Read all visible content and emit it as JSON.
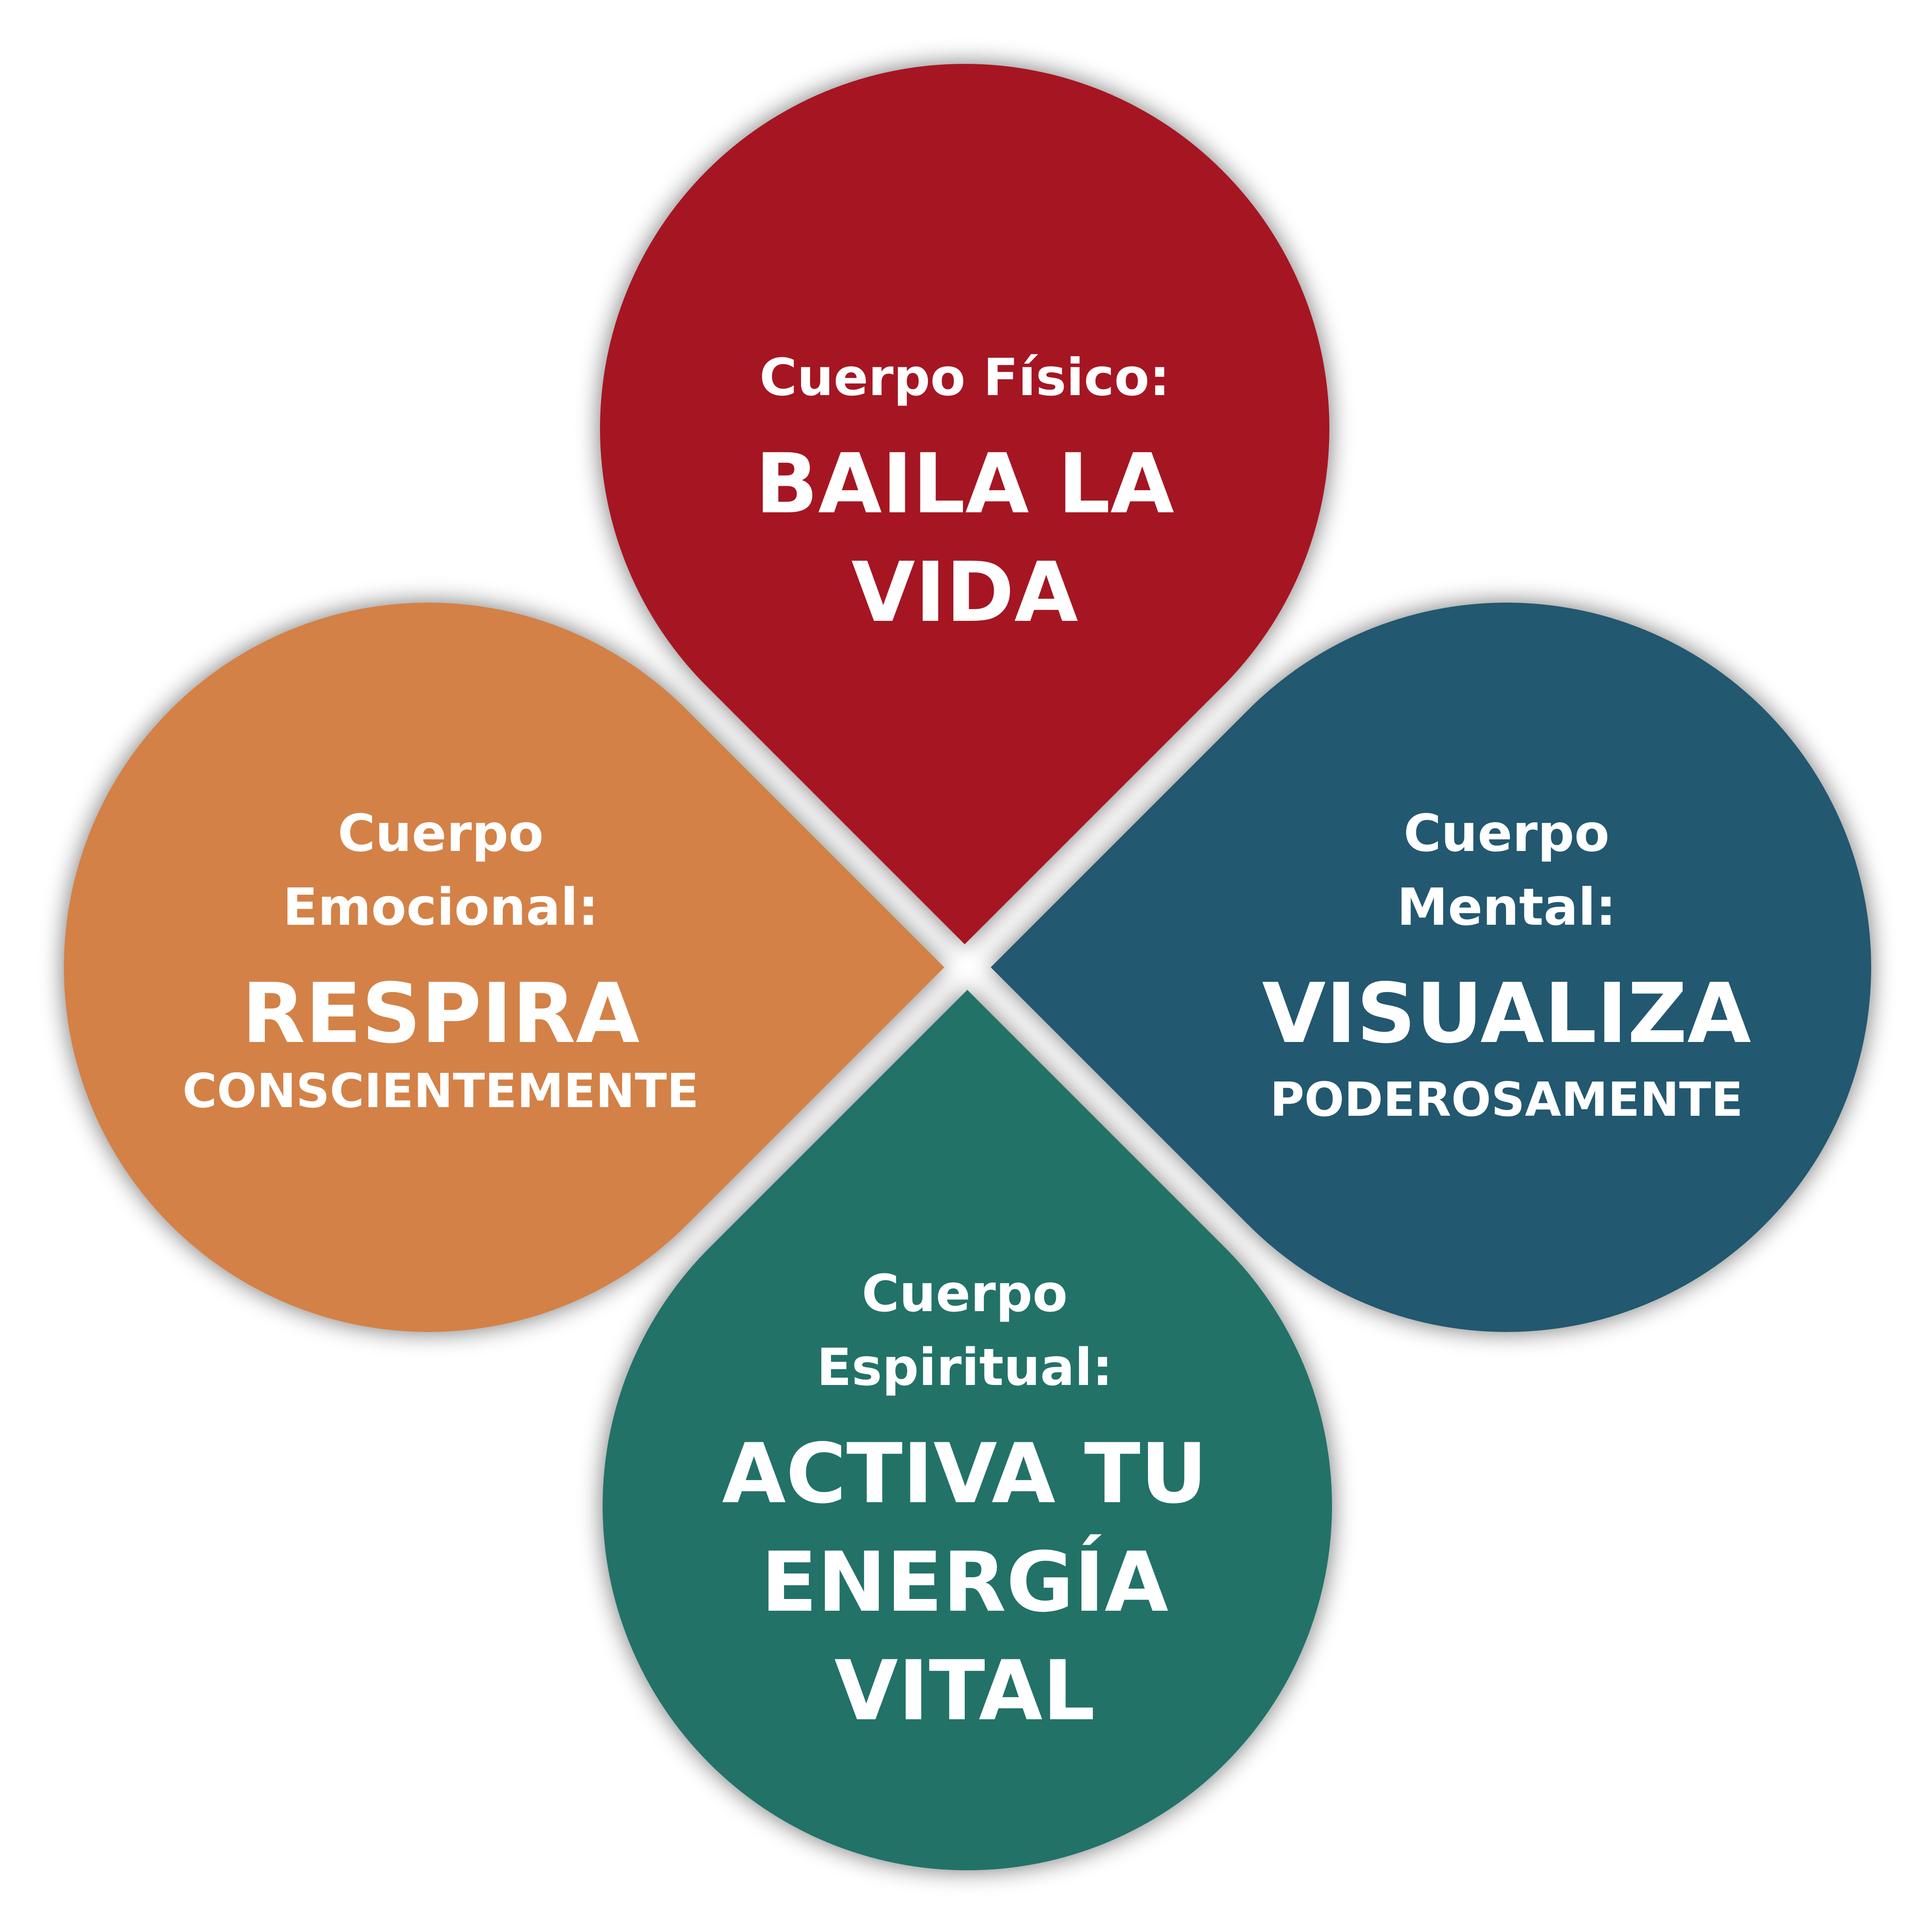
{
  "petals": [
    {
      "id": "fisico",
      "color": "#A51922",
      "label_lines": [
        "Cuerpo Físico:"
      ],
      "action_lines": [
        "BAILA LA",
        "VIDA"
      ],
      "sub_line": ""
    },
    {
      "id": "mental",
      "color": "#24586F",
      "label_lines": [
        "Cuerpo",
        "Mental:"
      ],
      "action_lines": [
        "VISUALIZA"
      ],
      "sub_line": "PODEROSAMENTE"
    },
    {
      "id": "espiritual",
      "color": "#237267",
      "label_lines": [
        "Cuerpo",
        "Espiritual:"
      ],
      "action_lines": [
        "ACTIVA TU",
        "ENERGÍA",
        "VITAL"
      ],
      "sub_line": ""
    },
    {
      "id": "emocional",
      "color": "#D38146",
      "label_lines": [
        "Cuerpo",
        "Emocional:"
      ],
      "action_lines": [
        "RESPIRA"
      ],
      "sub_line": "CONSCIENTEMENTE"
    }
  ]
}
